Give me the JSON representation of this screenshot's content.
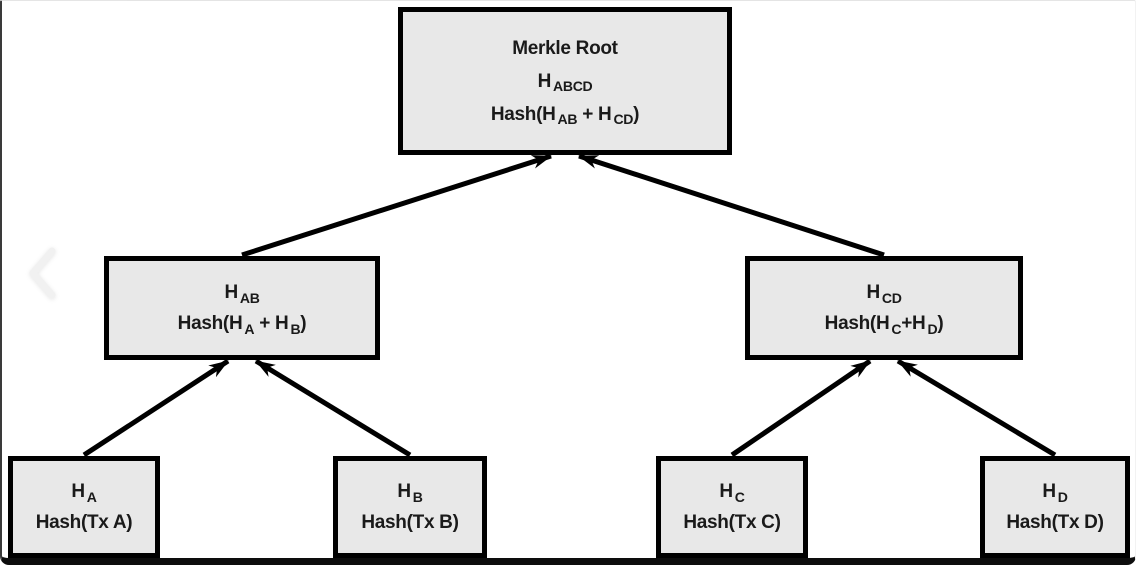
{
  "frame": {
    "background": "#ffffff",
    "border_color": "#3a3a3a",
    "bottom_bar_color": "#0d0d0d"
  },
  "nav": {
    "prev_icon": "chevron-left-icon",
    "prev_icon_color": "#f1f1f1"
  },
  "diagram": {
    "node_fill": "#e8e8e8",
    "node_border_color": "#000000",
    "edge_color": "#000000",
    "nodes": [
      {
        "id": "root",
        "lines": [
          [
            {
              "t": "Merkle Root"
            }
          ],
          [
            {
              "t": "H"
            },
            {
              "s": "ABCD"
            }
          ],
          [
            {
              "t": "Hash(H"
            },
            {
              "s": "AB"
            },
            {
              "t": " + H"
            },
            {
              "s": "CD"
            },
            {
              "t": ")"
            }
          ]
        ]
      },
      {
        "id": "hab",
        "lines": [
          [
            {
              "t": "H"
            },
            {
              "s": "AB"
            }
          ],
          [
            {
              "t": "Hash(H"
            },
            {
              "s": "A"
            },
            {
              "t": " + H"
            },
            {
              "s": "B"
            },
            {
              "t": ")"
            }
          ]
        ]
      },
      {
        "id": "hcd",
        "lines": [
          [
            {
              "t": "H"
            },
            {
              "s": "CD"
            }
          ],
          [
            {
              "t": "Hash(H"
            },
            {
              "s": "C"
            },
            {
              "t": "+H"
            },
            {
              "s": "D"
            },
            {
              "t": ")"
            }
          ]
        ]
      },
      {
        "id": "ha",
        "lines": [
          [
            {
              "t": "H"
            },
            {
              "s": "A"
            }
          ],
          [
            {
              "t": "Hash(Tx A)"
            }
          ]
        ]
      },
      {
        "id": "hb",
        "lines": [
          [
            {
              "t": "H"
            },
            {
              "s": "B"
            }
          ],
          [
            {
              "t": "Hash(Tx B)"
            }
          ]
        ]
      },
      {
        "id": "hc",
        "lines": [
          [
            {
              "t": "H"
            },
            {
              "s": "C"
            }
          ],
          [
            {
              "t": "Hash(Tx C)"
            }
          ]
        ]
      },
      {
        "id": "hd",
        "lines": [
          [
            {
              "t": "H"
            },
            {
              "s": "D"
            }
          ],
          [
            {
              "t": "Hash(Tx D)"
            }
          ]
        ]
      }
    ],
    "edges": [
      {
        "from": "hab",
        "to": "root"
      },
      {
        "from": "hcd",
        "to": "root"
      },
      {
        "from": "ha",
        "to": "hab"
      },
      {
        "from": "hb",
        "to": "hab"
      },
      {
        "from": "hc",
        "to": "hcd"
      },
      {
        "from": "hd",
        "to": "hcd"
      }
    ]
  }
}
